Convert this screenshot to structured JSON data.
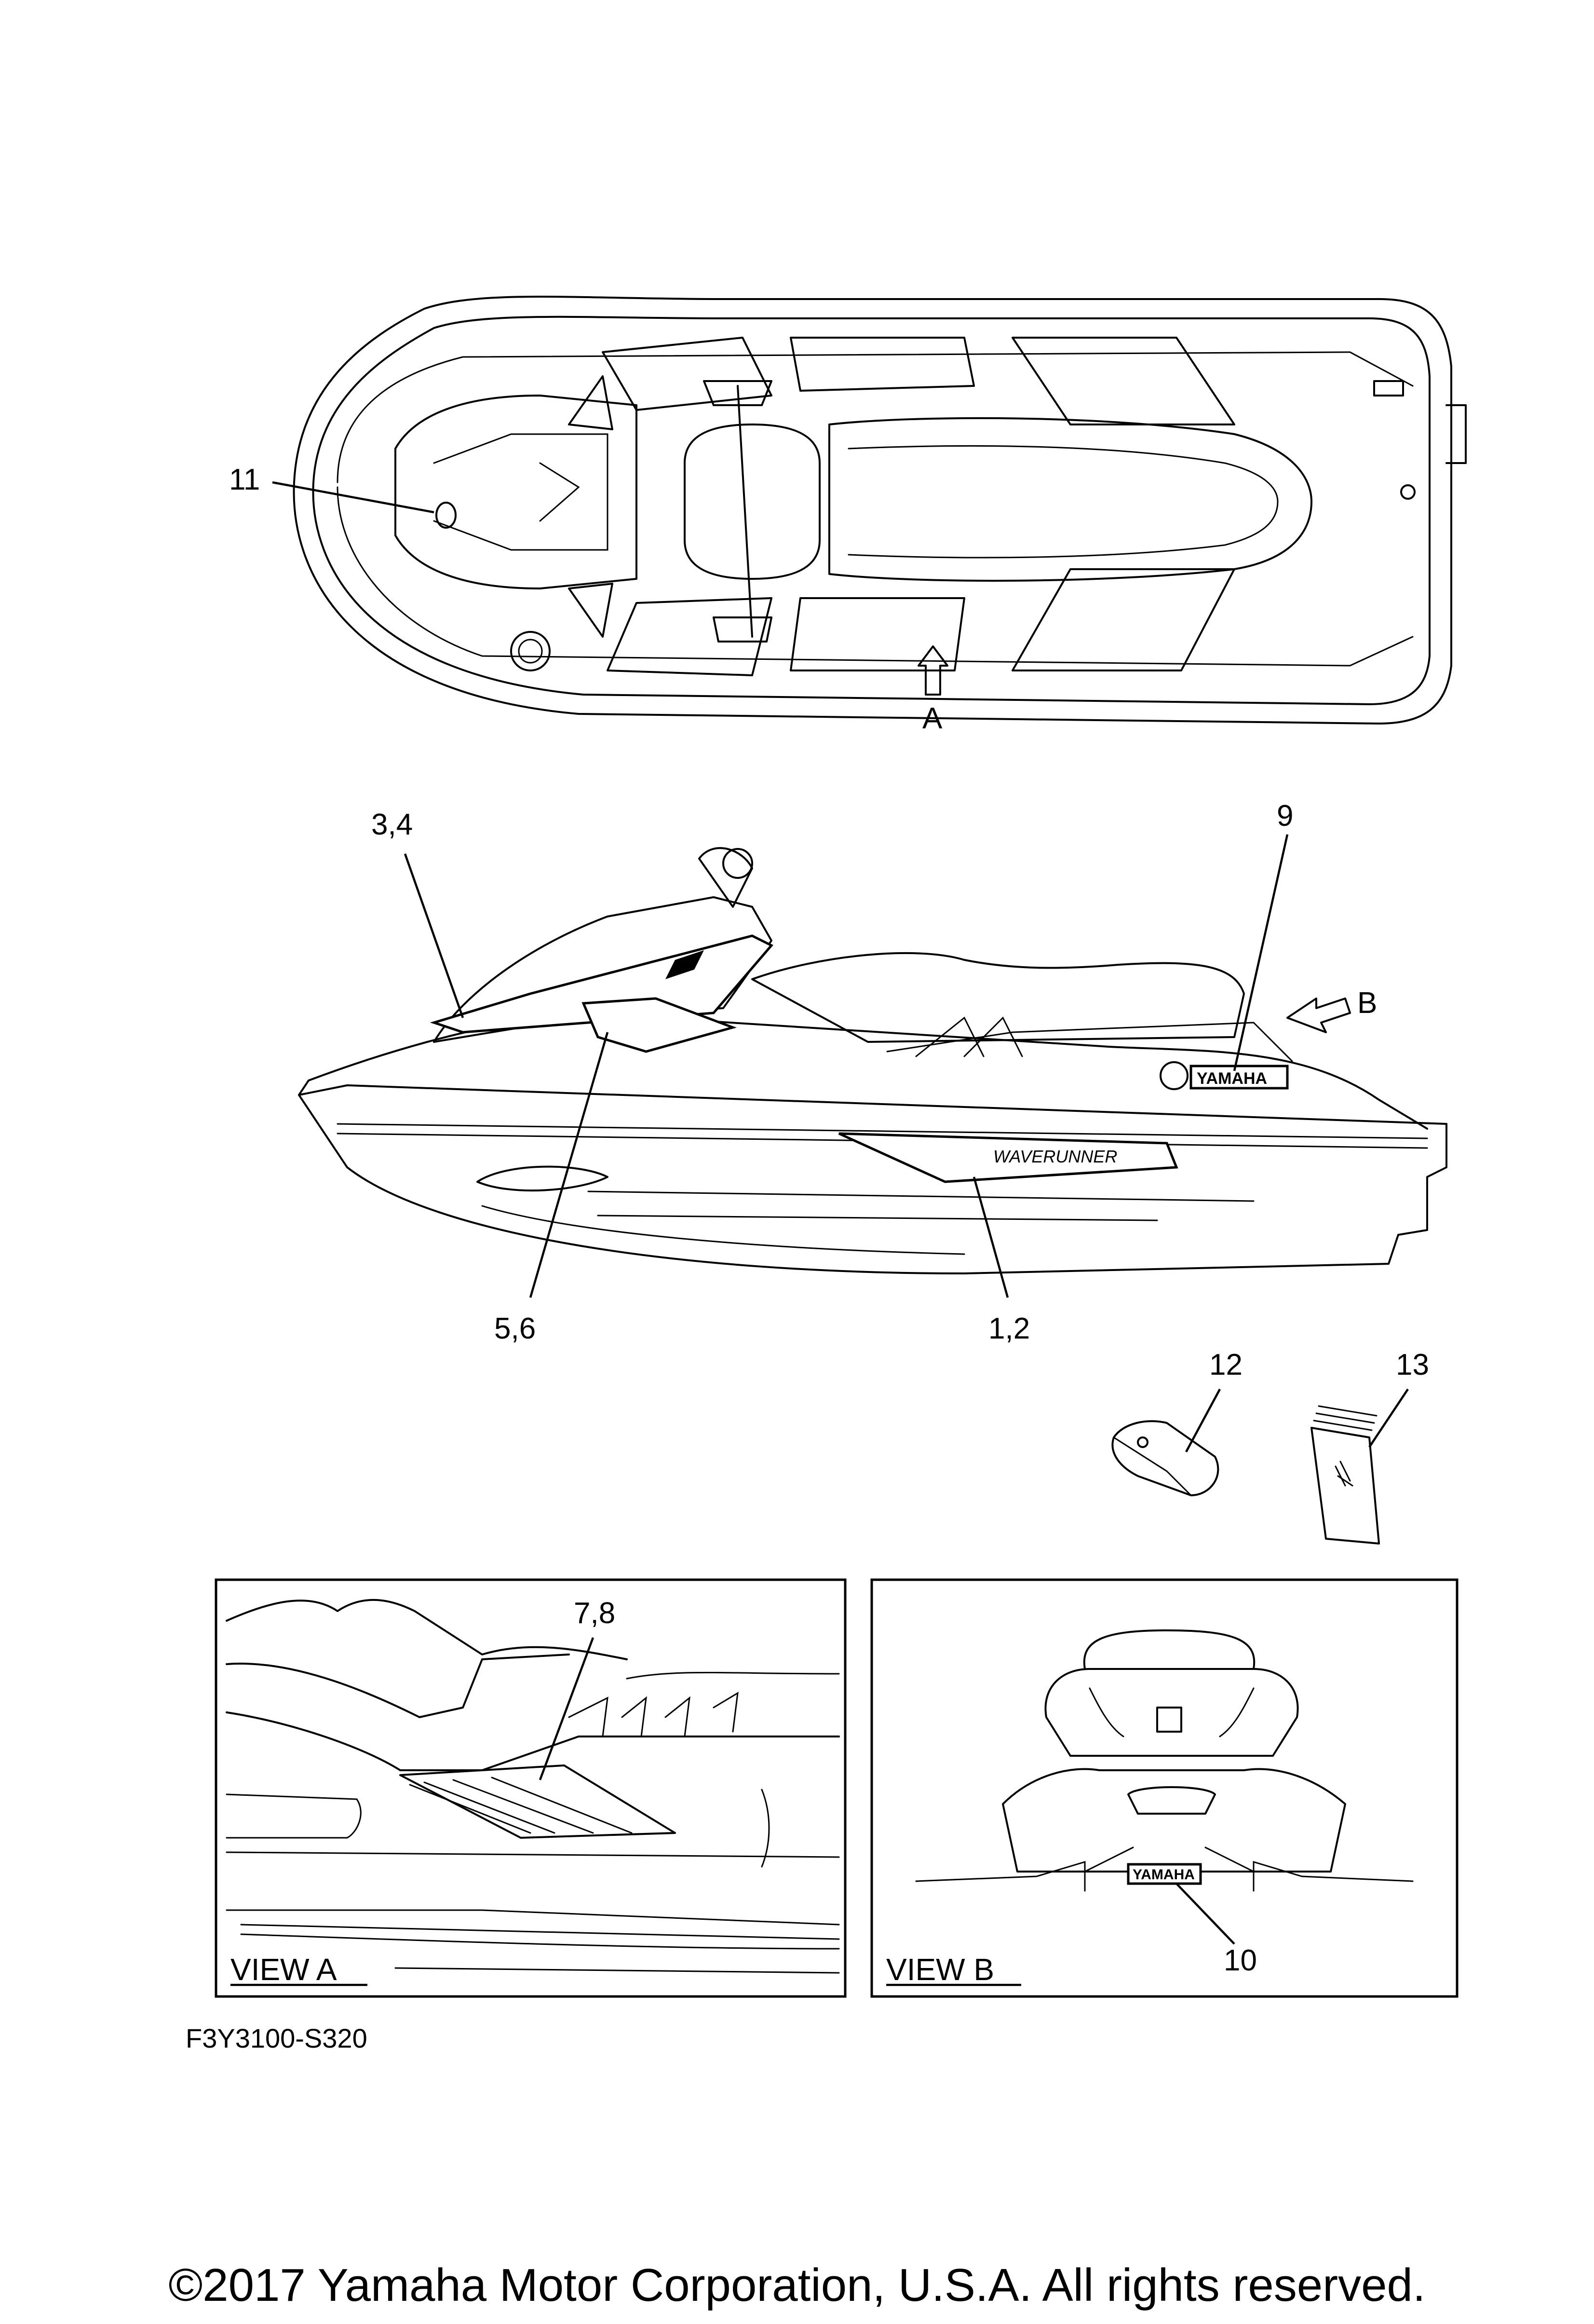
{
  "drawing_code": "F3Y3100-S320",
  "copyright": "©2017 Yamaha Motor Corporation, U.S.A. All rights reserved.",
  "views": {
    "view_a": "VIEW A",
    "view_b": "VIEW B"
  },
  "arrows": {
    "a": "A",
    "b": "B"
  },
  "callouts": {
    "c11": "11",
    "c34": "3,4",
    "c9": "9",
    "c56": "5,6",
    "c12": "1,2",
    "c12_part": "12",
    "c13": "13",
    "c78": "7,8",
    "c10": "10"
  },
  "decal_text": {
    "brand": "YAMAHA",
    "model_line": "WAVERUNNER"
  }
}
